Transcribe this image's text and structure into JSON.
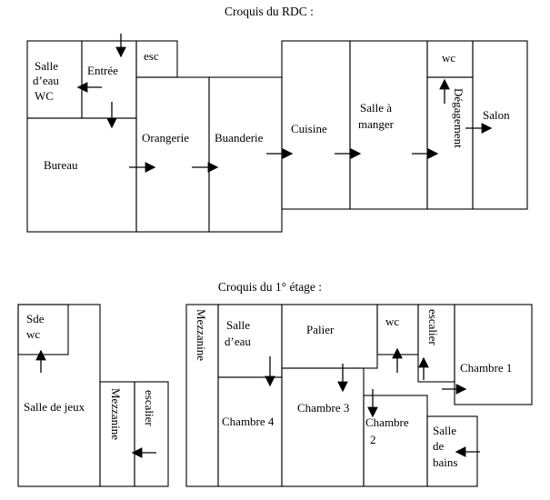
{
  "titles": {
    "rdc": "Croquis du RDC :",
    "etage": "Croquis du 1° étage :"
  },
  "rdc": {
    "salle_eau": [
      "Salle",
      "d’eau",
      "WC"
    ],
    "entree": "Entrée",
    "esc": "esc",
    "bureau": "Bureau",
    "orangerie": "Orangerie",
    "buanderie": "Buanderie",
    "cuisine": "Cuisine",
    "salle_a_manger": [
      "Salle à",
      "manger"
    ],
    "wc": "wc",
    "degagement": "Dégagement",
    "salon": "Salon"
  },
  "etage": {
    "sde_wc": [
      "Sde",
      "wc"
    ],
    "salle_de_jeux": "Salle de jeux",
    "mezzanine_gauche": "Mezzanine",
    "escalier_gauche": "escalier",
    "mezzanine_droite": "Mezzanine",
    "salle_eau": [
      "Salle",
      "d’eau"
    ],
    "palier": "Palier",
    "chambre_4": "Chambre 4",
    "chambre_3": "Chambre 3",
    "wc": "wc",
    "escalier_droit": "escalier",
    "chambre_1": "Chambre 1",
    "chambre_2": [
      "Chambre",
      "2"
    ],
    "salle_de_bains": [
      "Salle",
      "de",
      "bains"
    ]
  }
}
